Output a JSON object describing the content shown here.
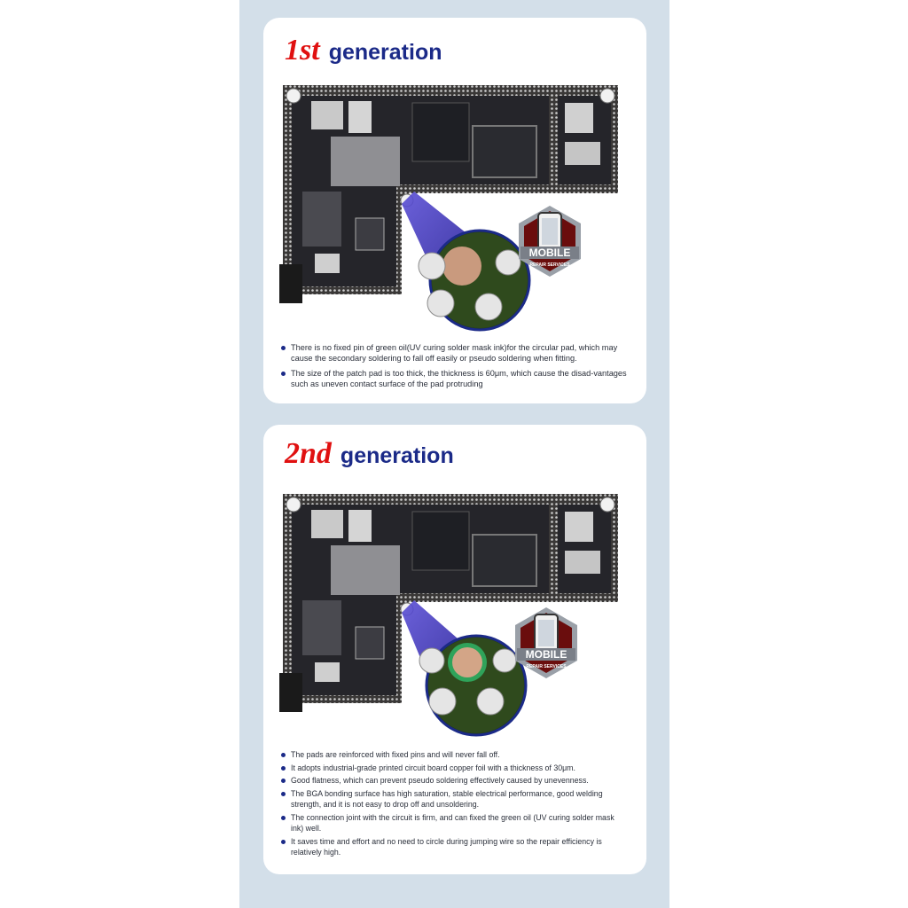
{
  "cards": [
    {
      "ordinal": "1st",
      "word": "generation",
      "bullets": [
        "There is no fixed pin of green oil(UV curing solder mask ink)for the circular pad, which may cause the secondary soldering to fall off easily or pseudo soldering when fitting.",
        "The size of the patch pad is too thick, the thickness is 60μm, which cause the disad-vantages such as uneven contact surface of the pad protruding"
      ]
    },
    {
      "ordinal": "2nd",
      "word": "generation",
      "bullets": [
        "The pads are reinforced with fixed pins and will never fall off.",
        "It adopts industrial-grade printed circuit board copper foil with a thickness of 30μm.",
        "Good flatness, which can prevent pseudo soldering effectively caused by unevenness.",
        "The BGA bonding surface has high saturation, stable electrical performance, good welding strength, and it is not easy to drop off and unsoldering.",
        "The connection joint with the circuit is firm, and can fixed the green oil (UV curing solder mask ink) well.",
        "It saves time and effort and no need to circle during jumping wire so the repair efficiency is relatively high."
      ]
    }
  ],
  "badge": {
    "title": "MOBILE",
    "subtitle": "REPAIR SERVICES"
  },
  "colors": {
    "panel": "#d3dfe9",
    "ordinal": "#e01010",
    "word": "#1b2a88",
    "pad_gen1": "#c99a7e",
    "pad_gen2": "#d3a587",
    "pad_ring_gen2": "#2fa35a"
  }
}
